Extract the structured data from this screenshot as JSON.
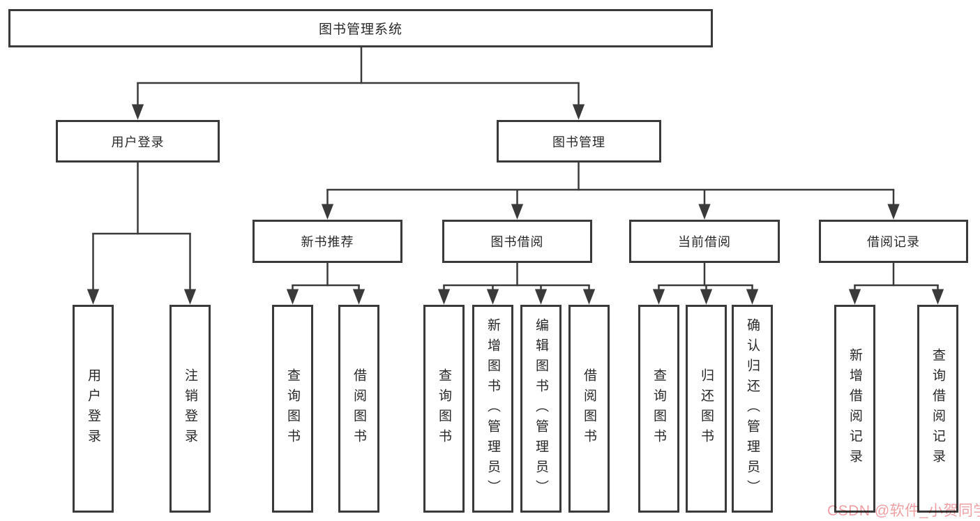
{
  "diagram": {
    "root": {
      "label": "图书管理系统"
    },
    "level2": [
      {
        "label": "用户登录"
      },
      {
        "label": "图书管理"
      }
    ],
    "level3": [
      {
        "label": "新书推荐"
      },
      {
        "label": "图书借阅"
      },
      {
        "label": "当前借阅"
      },
      {
        "label": "借阅记录"
      }
    ],
    "leaves": {
      "user_login": [
        "用户登录",
        "注销登录"
      ],
      "new_book_recommend": [
        "查询图书",
        "借阅图书"
      ],
      "book_borrow": [
        "查询图书",
        "新增图书（管理员）",
        "编辑图书（管理员）",
        "借阅图书"
      ],
      "current_borrow": [
        "查询图书",
        "归还图书",
        "确认归还（管理员）"
      ],
      "borrow_record": [
        "新增借阅记录",
        "查询借阅记录"
      ]
    }
  },
  "watermark": {
    "text": "CSDN @软件_小贺同学",
    "color": "#f0a0a4"
  },
  "colors": {
    "line": "#3a3a3a",
    "text": "#282828",
    "node_background": "#ffffff",
    "page_background": "#ffffff"
  }
}
